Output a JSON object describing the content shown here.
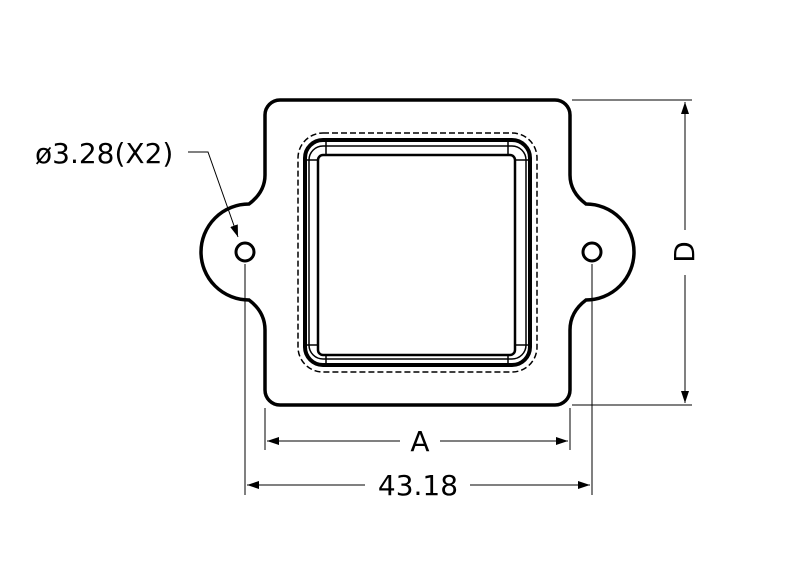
{
  "drawing": {
    "hole_callout": "ø3.28(X2)",
    "dim_height_label": "D",
    "dim_inner_width_label": "A",
    "dim_hole_spacing_label": "43.18"
  },
  "colors": {
    "line": "#000000",
    "background": "#ffffff"
  }
}
